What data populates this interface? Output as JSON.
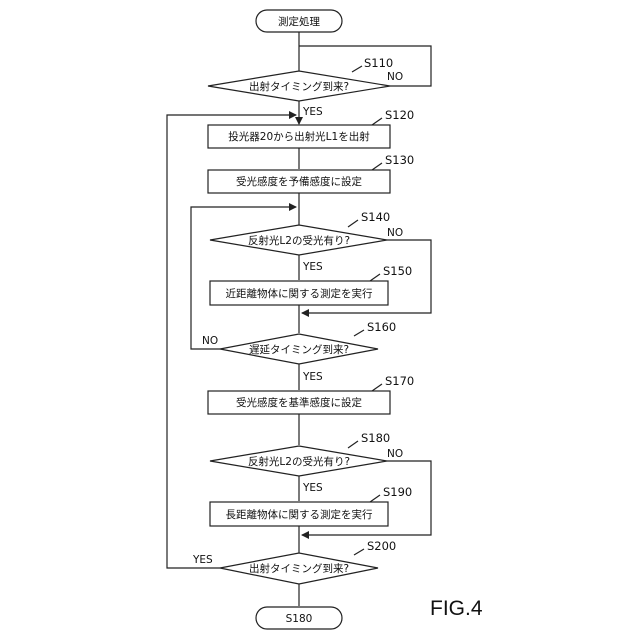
{
  "diagram": {
    "start": "測定処理",
    "end": "S180",
    "figure_label": "FIG.4",
    "nodes": [
      {
        "step": "S110",
        "text": "出射タイミング到来?"
      },
      {
        "step": "S120",
        "text": "投光器20から出射光L1を出射"
      },
      {
        "step": "S130",
        "text": "受光感度を予備感度に設定"
      },
      {
        "step": "S140",
        "text": "反射光L2の受光有り?"
      },
      {
        "step": "S150",
        "text": "近距離物体に関する測定を実行"
      },
      {
        "step": "S160",
        "text": "遅延タイミング到来?"
      },
      {
        "step": "S170",
        "text": "受光感度を基準感度に設定"
      },
      {
        "step": "S180",
        "text": "反射光L2の受光有り?"
      },
      {
        "step": "S190",
        "text": "長距離物体に関する測定を実行"
      },
      {
        "step": "S200",
        "text": "出射タイミング到来?"
      }
    ],
    "branch_labels": {
      "s110_no": "NO",
      "s110_yes": "YES",
      "s140_no": "NO",
      "s140_yes": "YES",
      "s160_no": "NO",
      "s160_yes": "YES",
      "s180_no": "NO",
      "s180_yes": "YES",
      "s200_yes": "YES"
    }
  }
}
